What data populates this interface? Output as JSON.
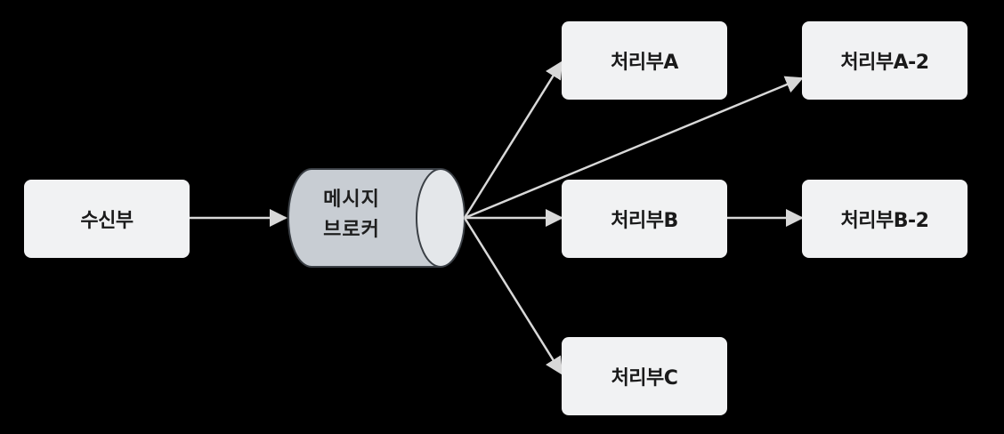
{
  "diagram": {
    "receiver": "수신부",
    "broker": {
      "line1": "메시지",
      "line2": "브로커"
    },
    "processor_a": "처리부A",
    "processor_a2": "처리부A-2",
    "processor_b": "처리부B",
    "processor_b2": "처리부B-2",
    "processor_c": "처리부C"
  },
  "colors": {
    "background": "#000000",
    "box_fill": "#f1f2f3",
    "broker_fill": "#c8cdd3",
    "broker_cap": "#e4e7ea",
    "edge": "#d8d8d8",
    "text": "#1a1a1a"
  }
}
